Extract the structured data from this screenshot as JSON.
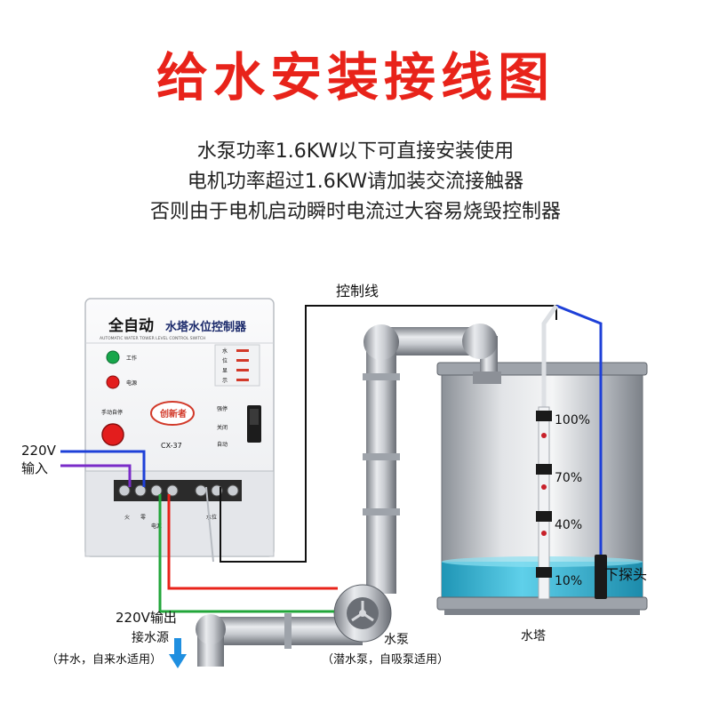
{
  "title": "给水安装接线图",
  "subtitles": [
    "水泵功率1.6KW以下可直接安装使用",
    "电机功率超过1.6KW请加装交流接触器",
    "否则由于电机启动瞬时电流过大容易烧毁控制器"
  ],
  "controller": {
    "brand_text": "全自动",
    "name_text": "水塔水位控制器",
    "small_caps_text": "AUTOMATIC WATER TOWER LEVEL CONTROL SWITCH",
    "led_work": "工作",
    "led_power": "电源",
    "indicator_labels": [
      "水",
      "位",
      "显",
      "示"
    ],
    "reset_label": "手动自停",
    "logo_text": "创新者",
    "model": "CX-37",
    "switch_labels": [
      "强停",
      "关闭",
      "自动"
    ],
    "terminal_labels": [
      "火",
      "零",
      "电源",
      "水位"
    ]
  },
  "labels": {
    "control_wire": "控制线",
    "input_220": "220V",
    "input_word": "输入",
    "output_220": "220V输出",
    "water_source": "接水源",
    "water_source_note": "（井水，自来水适用）",
    "pump": "水泵",
    "pump_note": "（潜水泵，自吸泵适用）",
    "tower": "水塔",
    "lower_probe": "下探头"
  },
  "levels": [
    "100%",
    "70%",
    "40%",
    "10%"
  ],
  "colors": {
    "title_red": "#e8231a",
    "wire_red": "#e8231a",
    "wire_blue": "#1e40d8",
    "wire_green": "#22a63a",
    "wire_black": "#111111",
    "wire_purple": "#7a2cc8",
    "water": "#2ab3d3",
    "arrow": "#1f8fe0"
  }
}
